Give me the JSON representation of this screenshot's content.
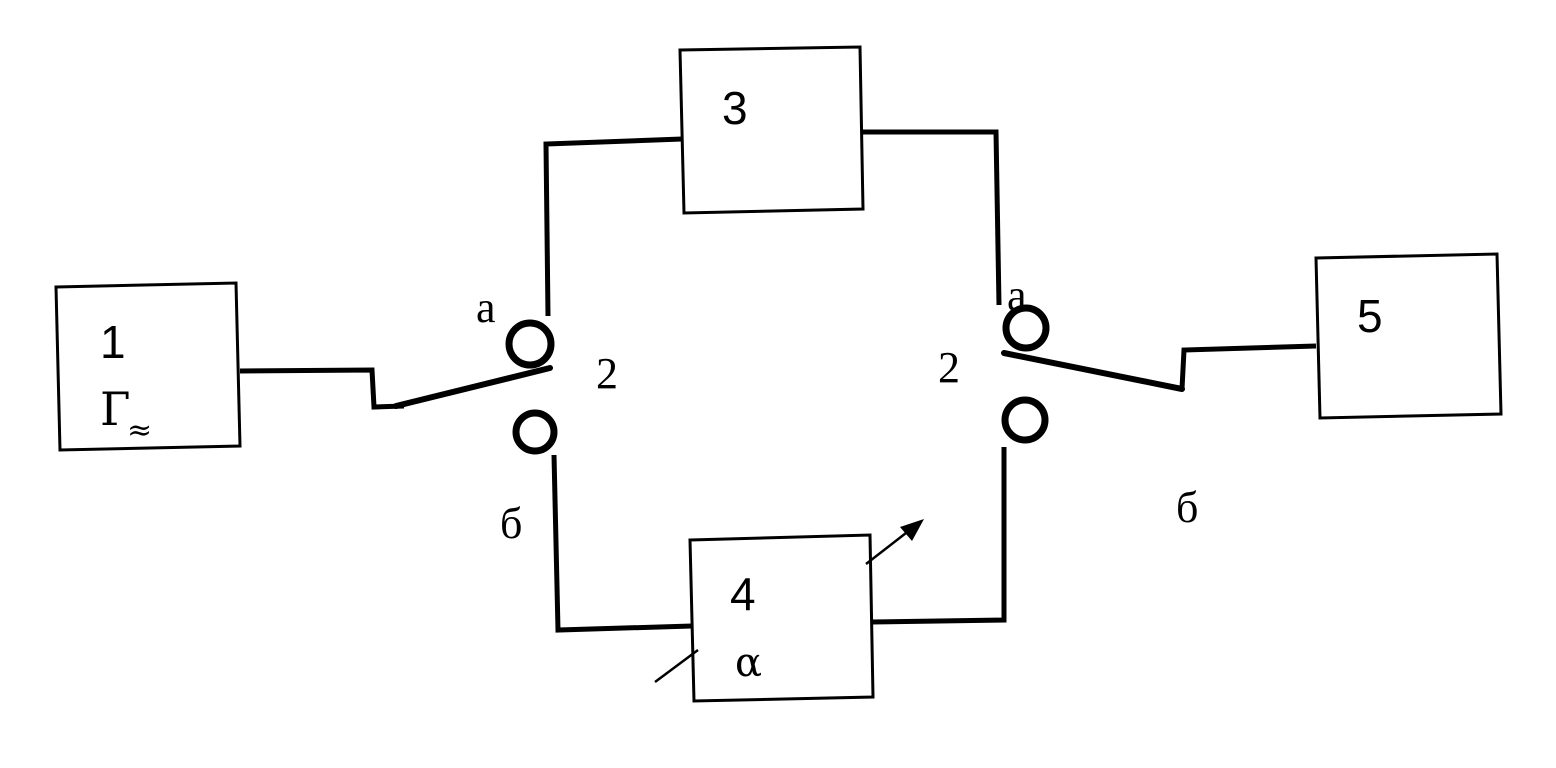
{
  "blocks": {
    "b1": {
      "number": "1",
      "symbol": "Г",
      "symbol_sub": "≈"
    },
    "b2": {
      "number": "2"
    },
    "b3": {
      "number": "3"
    },
    "b4": {
      "number": "4",
      "symbol": "α"
    },
    "b5": {
      "number": "5"
    }
  },
  "switch_left": {
    "label": "2",
    "pos_a": "а",
    "pos_b": "б"
  },
  "switch_right": {
    "label": "2",
    "pos_a": "а",
    "pos_b": "б"
  }
}
